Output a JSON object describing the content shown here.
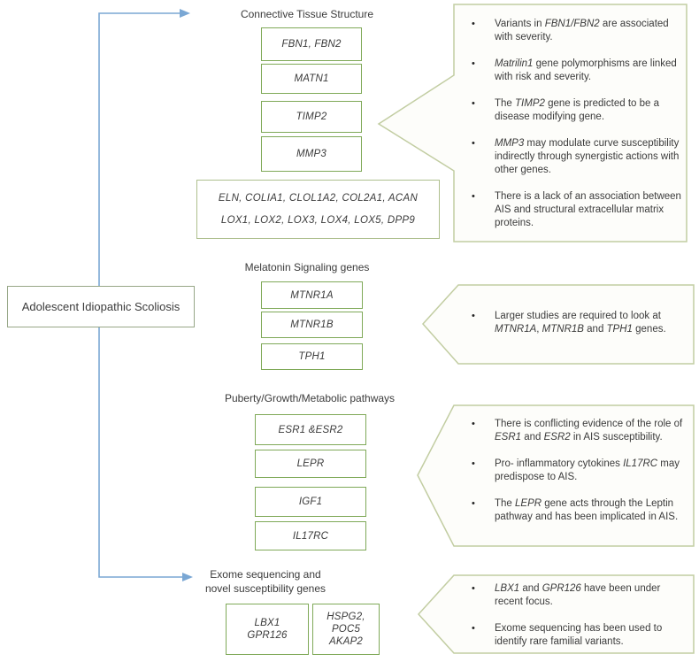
{
  "colors": {
    "connector_blue": "#7aa7d4",
    "gene_box_border": "#7fa958",
    "callout_border": "#c2cda2",
    "callout_fill": "#fdfdfa",
    "root_box_border": "#97a787",
    "text": "#3f3f3f"
  },
  "root": {
    "label": "Adolescent Idiopathic Scoliosis"
  },
  "sections": [
    {
      "heading": "Connective Tissue Structure",
      "boxes": [
        "FBN1, FBN2",
        "MATN1",
        "TIMP2",
        "MMP3"
      ],
      "wide_box": [
        "ELN, COLIA1, CLOL1A2, COL2A1, ACAN",
        "LOX1, LOX2, LOX3, LOX4, LOX5, DPP9"
      ],
      "bullets": [
        [
          {
            "t": "Variants in ",
            "i": false
          },
          {
            "t": "FBN1/FBN2",
            "i": true
          },
          {
            "t": " are associated with severity.",
            "i": false
          }
        ],
        [
          {
            "t": "Matrilin1",
            "i": true
          },
          {
            "t": " gene polymorphisms are linked with risk and severity.",
            "i": false
          }
        ],
        [
          {
            "t": "The ",
            "i": false
          },
          {
            "t": "TIMP2",
            "i": true
          },
          {
            "t": " gene is predicted to be a disease modifying gene.",
            "i": false
          }
        ],
        [
          {
            "t": "MMP3",
            "i": true
          },
          {
            "t": " may modulate curve susceptibility indirectly through synergistic actions with other genes.",
            "i": false
          }
        ],
        [
          {
            "t": "There is a lack of an association between AIS and structural extracellular matrix proteins.",
            "i": false
          }
        ]
      ]
    },
    {
      "heading": "Melatonin Signaling genes",
      "boxes": [
        "MTNR1A",
        "MTNR1B",
        "TPH1"
      ],
      "bullets": [
        [
          {
            "t": "Larger studies are required to look at ",
            "i": false
          },
          {
            "t": "MTNR1A",
            "i": true
          },
          {
            "t": ", ",
            "i": false
          },
          {
            "t": "MTNR1B",
            "i": true
          },
          {
            "t": " and ",
            "i": false
          },
          {
            "t": "TPH1",
            "i": true
          },
          {
            "t": " genes.",
            "i": false
          }
        ]
      ]
    },
    {
      "heading": "Puberty/Growth/Metabolic pathways",
      "boxes": [
        "ESR1 &ESR2",
        "LEPR",
        "IGF1",
        "IL17RC"
      ],
      "bullets": [
        [
          {
            "t": "There is conflicting evidence of the role of ",
            "i": false
          },
          {
            "t": "ESR1",
            "i": true
          },
          {
            "t": " and ",
            "i": false
          },
          {
            "t": "ESR2",
            "i": true
          },
          {
            "t": " in AIS susceptibility.",
            "i": false
          }
        ],
        [
          {
            "t": "Pro- inflammatory cytokines ",
            "i": false
          },
          {
            "t": "IL17RC",
            "i": true
          },
          {
            "t": " may predispose to AIS.",
            "i": false
          }
        ],
        [
          {
            "t": "The ",
            "i": false
          },
          {
            "t": "LEPR",
            "i": true
          },
          {
            "t": " gene acts through the Leptin pathway and has been implicated in AIS.",
            "i": false
          }
        ]
      ]
    },
    {
      "heading": "Exome sequencing and\nnovel susceptibility genes",
      "boxes": [
        "LBX1\nGPR126",
        "HSPG2, POC5\nAKAP2"
      ],
      "bullets": [
        [
          {
            "t": "LBX1",
            "i": true
          },
          {
            "t": " and ",
            "i": false
          },
          {
            "t": "GPR126",
            "i": true
          },
          {
            "t": " have been under recent focus.",
            "i": false
          }
        ],
        [
          {
            "t": "Exome sequencing has been used to identify rare familial variants.",
            "i": false
          }
        ]
      ]
    }
  ]
}
